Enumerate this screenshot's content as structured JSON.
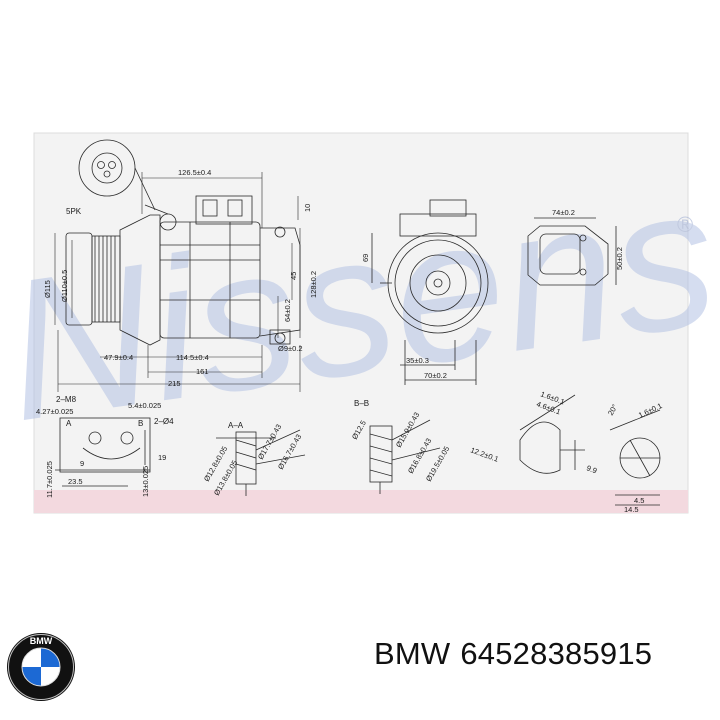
{
  "drawing": {
    "watermark": "Nissens",
    "registered_mark": "®",
    "sections": [
      "A–A",
      "B–B"
    ],
    "labels": {
      "belt": "5PK",
      "point_a": "A",
      "point_b": "B",
      "thread": "2–M8",
      "thread2": "2–Ø4"
    },
    "dimensions": {
      "top_len": "126.5±0.4",
      "top_ht": "10",
      "dia_pulley": "Ø115",
      "dia_hub": "Ø110±0.5",
      "mount1": "47.9±0.4",
      "mount2": "114.5±0.4",
      "len161": "161",
      "len215": "215",
      "d45": "45",
      "d64": "64±0.2",
      "d128": "128±0.2",
      "bolt9": "Ø9±0.2",
      "side69": "69",
      "side35": "35±0.3",
      "side70": "70±0.2",
      "flange74": "74±0.2",
      "flange50": "50±0.2",
      "d427": "4.27±0.025",
      "d54": "5.4±0.025",
      "d9": "9",
      "d19": "19",
      "d117": "11.7±0.025",
      "d235": "23.5",
      "d13": "13±0.025",
      "sA1": "Ø17.7±0.43",
      "sA2": "Ø16.7±0.43",
      "sA3": "Ø12.8±0.05",
      "sA4": "Ø13.8±0.05",
      "sB1": "Ø12.5",
      "sB2": "Ø15.9±0.43",
      "sB3": "Ø16.8±0.43",
      "sB4": "Ø19.5±0.05",
      "r1": "12.2±0.1",
      "r2": "4.6±0.1",
      "r3": "1.6±0.1",
      "r4": "14.5",
      "r5": "4.5",
      "r6": "1.6±0.1",
      "r7": "9.9",
      "ang20": "20°"
    }
  },
  "brand": {
    "name": "BMW",
    "part_number": "64528385915",
    "logo_icon": "bmw-roundel-icon"
  }
}
